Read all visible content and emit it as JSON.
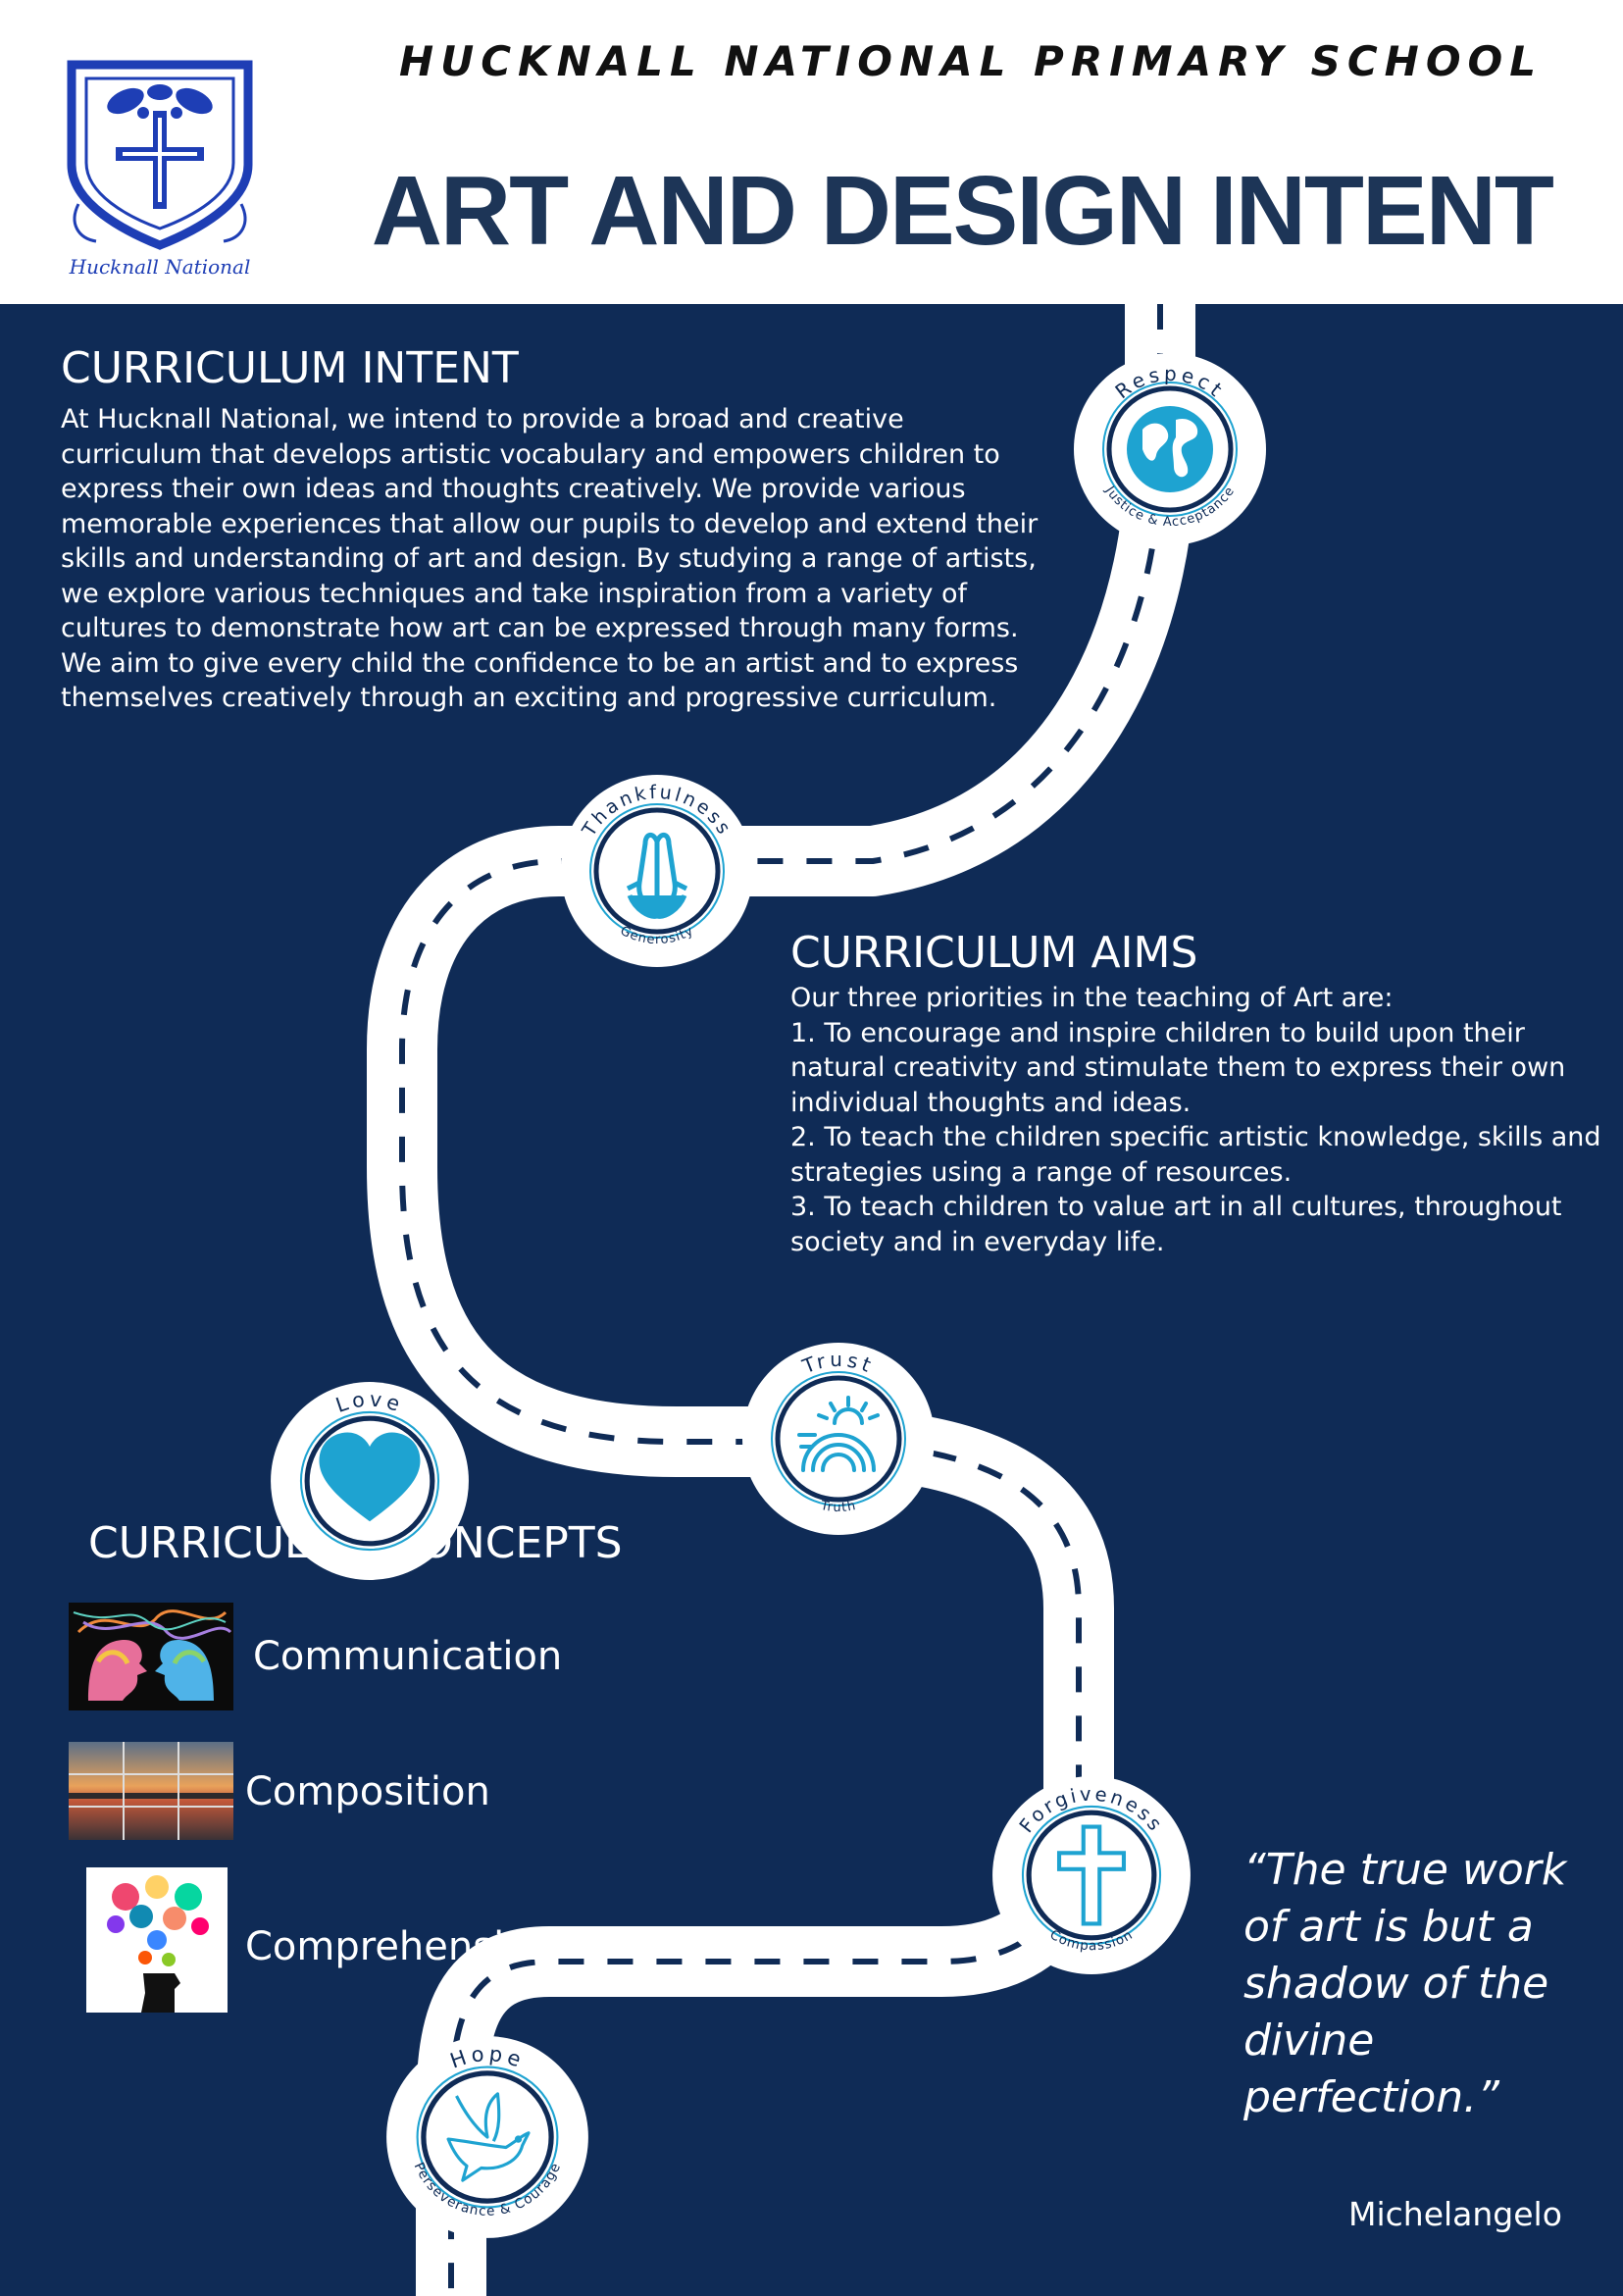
{
  "header": {
    "school_name": "HUCKNALL NATIONAL PRIMARY SCHOOL",
    "title": "ART AND DESIGN INTENT",
    "crest_caption": "Hucknall National"
  },
  "intent": {
    "heading": "CURRICULUM INTENT",
    "body": "At Hucknall National, we intend to provide a broad and creative curriculum that develops artistic vocabulary and empowers children to express their own ideas and thoughts creatively. We provide various memorable experiences that allow our pupils to develop and extend their skills and understanding of art and design. By studying a range of artists, we explore various techniques and take inspiration from a variety of cultures to demonstrate how art can be expressed through many forms. We aim to give every child the confidence to be an artist and to express themselves creatively through an exciting and progressive curriculum."
  },
  "aims": {
    "heading": "CURRICULUM AIMS",
    "intro": "Our three priorities in the teaching of Art are:",
    "items": [
      "1. To encourage and inspire children to build upon their natural creativity and stimulate them to express their own individual thoughts and ideas.",
      "2. To teach the children specific artistic knowledge, skills and strategies using a range of resources.",
      "3. To teach children to value art in all cultures, throughout society and in everyday life."
    ]
  },
  "concepts": {
    "heading": "CURRICULUM CONCEPTS",
    "items": [
      {
        "label": "Communication"
      },
      {
        "label": "Composition"
      },
      {
        "label": "Comprehension"
      }
    ]
  },
  "values": [
    {
      "name": "Respect",
      "subtitle": "Justice & Acceptance",
      "icon": "globe-icon"
    },
    {
      "name": "Thankfulness",
      "subtitle": "Generosity",
      "icon": "praying-hands-icon"
    },
    {
      "name": "Love",
      "subtitle": "",
      "icon": "heart-icon"
    },
    {
      "name": "Trust",
      "subtitle": "Truth",
      "icon": "rainbow-sun-icon"
    },
    {
      "name": "Forgiveness",
      "subtitle": "Compassion",
      "icon": "cross-icon"
    },
    {
      "name": "Hope",
      "subtitle": "Perseverance & Courage",
      "icon": "dove-icon"
    }
  ],
  "quote": {
    "text": "“The true work of art is but a shadow of the divine perfection.”",
    "author": "Michelangelo"
  },
  "colors": {
    "navy": "#0f2b56",
    "title_navy": "#1d3557",
    "accent_blue": "#1ea3d1",
    "crest_blue": "#1e3eb5",
    "road": "#ffffff"
  }
}
